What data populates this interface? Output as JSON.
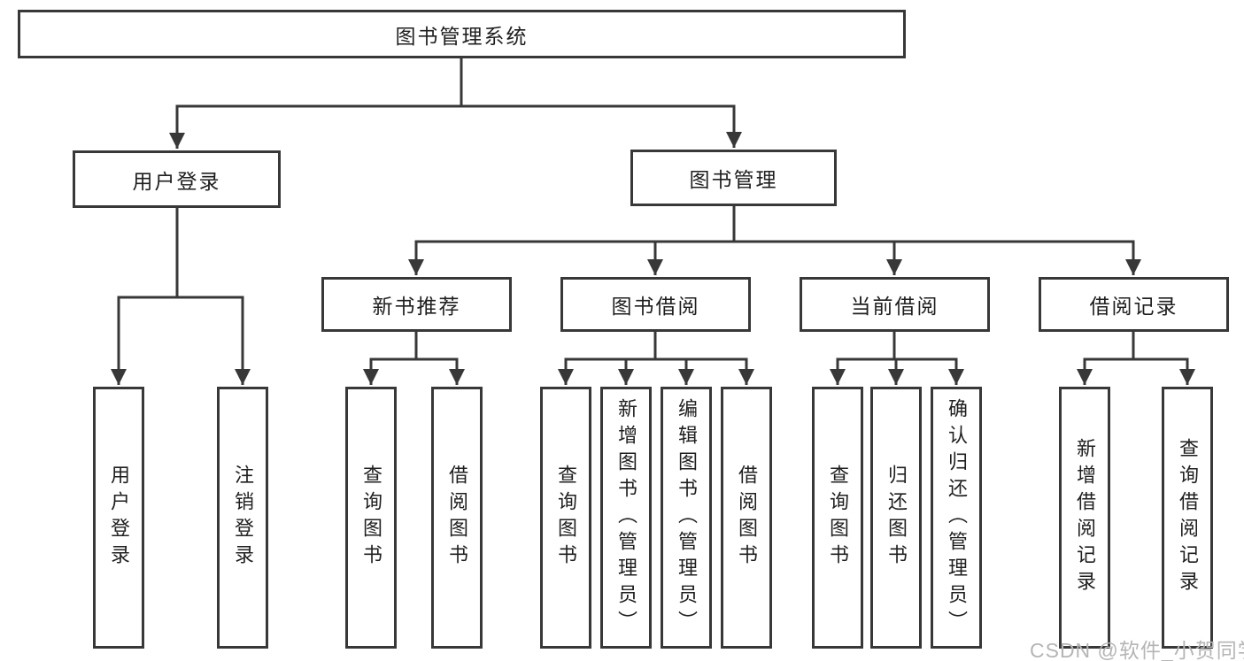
{
  "tree": {
    "root": {
      "label": "图书管理系统"
    },
    "branches": [
      {
        "label": "用户登录",
        "leaves": [
          "用户登录",
          "注销登录"
        ]
      },
      {
        "label": "图书管理",
        "children": [
          {
            "label": "新书推荐",
            "leaves": [
              "查询图书",
              "借阅图书"
            ]
          },
          {
            "label": "图书借阅",
            "leaves": [
              "查询图书",
              "新增图书（管理员）",
              "编辑图书（管理员）",
              "借阅图书"
            ]
          },
          {
            "label": "当前借阅",
            "leaves": [
              "查询图书",
              "归还图书",
              "确认归还（管理员）"
            ]
          },
          {
            "label": "借阅记录",
            "leaves": [
              "新增借阅记录",
              "查询借阅记录"
            ]
          }
        ]
      }
    ]
  },
  "watermark": {
    "text": "CSDN @软件_小贺同学"
  },
  "colors": {
    "line": "#383838",
    "text": "#1f1f1f",
    "watermark": "#b5b5b5",
    "background": "#ffffff"
  }
}
